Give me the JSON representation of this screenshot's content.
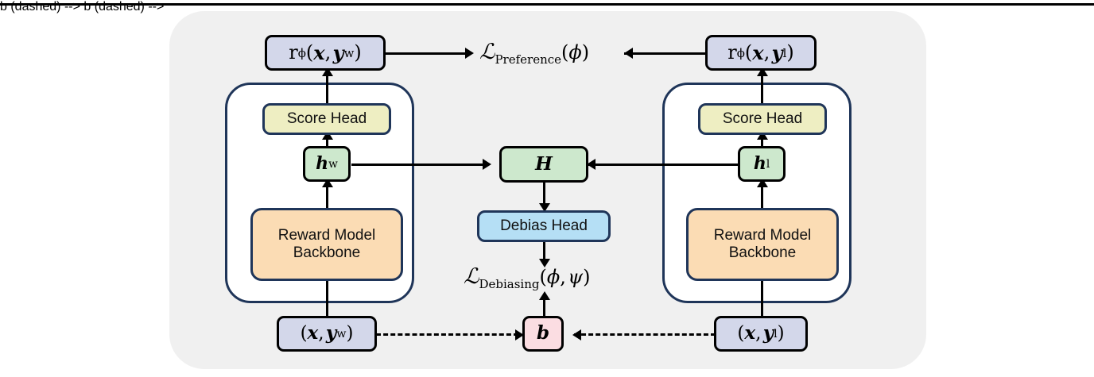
{
  "figure": {
    "type": "architecture-diagram",
    "title": "Debiased Reward Model Training Architecture",
    "panel_color": "#f0f0f0",
    "container_border_color": "#1f3559",
    "top_rule_color": "#000000"
  },
  "nodes": {
    "reward_win": {
      "label": "r_phi(x, y^w)",
      "text_html": "r<sub>ϕ</sub>(<span class=\"bi\">x</span>,&#8202;<span class=\"bi\">y</span><sup>w</sup>)",
      "color": "#d3d7ea",
      "kind": "reward-output"
    },
    "reward_lose": {
      "label": "r_phi(x, y^l)",
      "text_html": "r<sub>ϕ</sub>(<span class=\"bi\">x</span>,&#8202;<span class=\"bi\">y</span><sup>l</sup>)",
      "color": "#d3d7ea",
      "kind": "reward-output"
    },
    "score_head_left": {
      "label": "Score Head",
      "color": "#eeeec2"
    },
    "score_head_right": {
      "label": "Score Head",
      "color": "#eeeec2"
    },
    "hidden_win": {
      "label": "h^w",
      "text_html": "<span class=\"bi\">h</span><sup>w</sup>",
      "color": "#cde8cd"
    },
    "hidden_lose": {
      "label": "h^l",
      "text_html": "<span class=\"bi\">h</span><sup>l</sup>",
      "color": "#cde8cd"
    },
    "hidden_joint": {
      "label": "H",
      "text_html": "<span class=\"bi\">H</span>",
      "color": "#cde8cd"
    },
    "backbone_left": {
      "line1": "Reward Model",
      "line2": "Backbone",
      "color": "#fbdcb4"
    },
    "backbone_right": {
      "line1": "Reward Model",
      "line2": "Backbone",
      "color": "#fbdcb4"
    },
    "debias_head": {
      "label": "Debias Head",
      "color": "#b5dff5"
    },
    "bias": {
      "label": "b",
      "text_html": "<span class=\"bi\">b</span>",
      "color": "#fbdde2"
    },
    "input_win": {
      "label": "(x, y^w)",
      "text_html": "(<span class=\"bi\">x</span>,&#8202;<span class=\"bi\">y</span><sup>w</sup>)",
      "color": "#d3d7ea"
    },
    "input_lose": {
      "label": "(x, y^l)",
      "text_html": "(<span class=\"bi\">x</span>,&#8202;<span class=\"bi\">y</span><sup>l</sup>)",
      "color": "#d3d7ea"
    }
  },
  "losses": {
    "preference": {
      "label": "L_Preference(phi)",
      "text_html": "<span class=\"cal\">ℒ</span><sub style=\"font-size:15px\">Preference</sub>(<i>ϕ</i>)"
    },
    "debiasing": {
      "label": "L_Debiasing(phi, psi)",
      "text_html": "<span class=\"cal\">ℒ</span><sub style=\"font-size:15px\">Debiasing</sub>(<i>ϕ</i>,&#8202;<i>ψ</i>)"
    }
  },
  "edges": [
    {
      "from": "reward_win",
      "to": "preference_loss",
      "style": "solid",
      "direction": "right"
    },
    {
      "from": "reward_lose",
      "to": "preference_loss",
      "style": "solid",
      "direction": "left"
    },
    {
      "from": "score_head_left",
      "to": "reward_win",
      "style": "solid",
      "direction": "up"
    },
    {
      "from": "score_head_right",
      "to": "reward_lose",
      "style": "solid",
      "direction": "up"
    },
    {
      "from": "hidden_win",
      "to": "score_head_left",
      "style": "solid",
      "direction": "up"
    },
    {
      "from": "hidden_lose",
      "to": "score_head_right",
      "style": "solid",
      "direction": "up"
    },
    {
      "from": "backbone_left",
      "to": "hidden_win",
      "style": "solid",
      "direction": "up"
    },
    {
      "from": "backbone_right",
      "to": "hidden_lose",
      "style": "solid",
      "direction": "up"
    },
    {
      "from": "hidden_win",
      "to": "hidden_joint",
      "style": "solid",
      "direction": "right"
    },
    {
      "from": "hidden_lose",
      "to": "hidden_joint",
      "style": "solid",
      "direction": "left"
    },
    {
      "from": "hidden_joint",
      "to": "debias_head",
      "style": "solid",
      "direction": "down"
    },
    {
      "from": "debias_head",
      "to": "debiasing_loss",
      "style": "solid",
      "direction": "down"
    },
    {
      "from": "bias",
      "to": "debiasing_loss",
      "style": "solid",
      "direction": "up"
    },
    {
      "from": "input_win",
      "to": "backbone_left",
      "style": "solid",
      "direction": "up"
    },
    {
      "from": "input_lose",
      "to": "backbone_right",
      "style": "solid",
      "direction": "up"
    },
    {
      "from": "input_win",
      "to": "bias",
      "style": "dashed",
      "direction": "right"
    },
    {
      "from": "input_lose",
      "to": "bias",
      "style": "dashed",
      "direction": "left"
    }
  ]
}
